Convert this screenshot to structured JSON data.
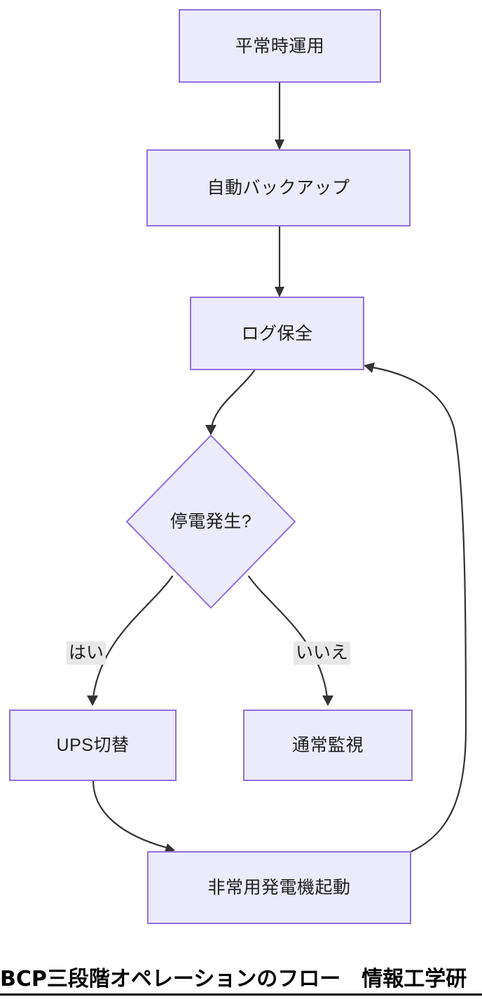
{
  "diagram": {
    "type": "flowchart",
    "direction": "top-to-bottom",
    "theme": {
      "node_fill": "#ecebfc",
      "node_border": "#9370db",
      "edge_color": "#333333",
      "edge_label_bg": "#e8e8e8",
      "text_color": "#1d1d1d",
      "background": "#ffffff"
    },
    "nodes": [
      {
        "id": "n1",
        "label": "平常時運用",
        "shape": "rect"
      },
      {
        "id": "n2",
        "label": "自動バックアップ",
        "shape": "rect"
      },
      {
        "id": "n3",
        "label": "ログ保全",
        "shape": "rect"
      },
      {
        "id": "n4",
        "label": "停電発生?",
        "shape": "diamond"
      },
      {
        "id": "n5",
        "label": "UPS切替",
        "shape": "rect"
      },
      {
        "id": "n6",
        "label": "通常監視",
        "shape": "rect"
      },
      {
        "id": "n7",
        "label": "非常用発電機起動",
        "shape": "rect"
      }
    ],
    "edges": [
      {
        "from": "n1",
        "to": "n2",
        "label": ""
      },
      {
        "from": "n2",
        "to": "n3",
        "label": ""
      },
      {
        "from": "n3",
        "to": "n4",
        "label": ""
      },
      {
        "from": "n4",
        "to": "n5",
        "label": "はい"
      },
      {
        "from": "n4",
        "to": "n6",
        "label": "いいえ"
      },
      {
        "from": "n5",
        "to": "n7",
        "label": ""
      },
      {
        "from": "n7",
        "to": "n3",
        "label": ""
      }
    ]
  },
  "caption": {
    "text": "BCP三段階オペレーションのフロー　情報工学研"
  }
}
